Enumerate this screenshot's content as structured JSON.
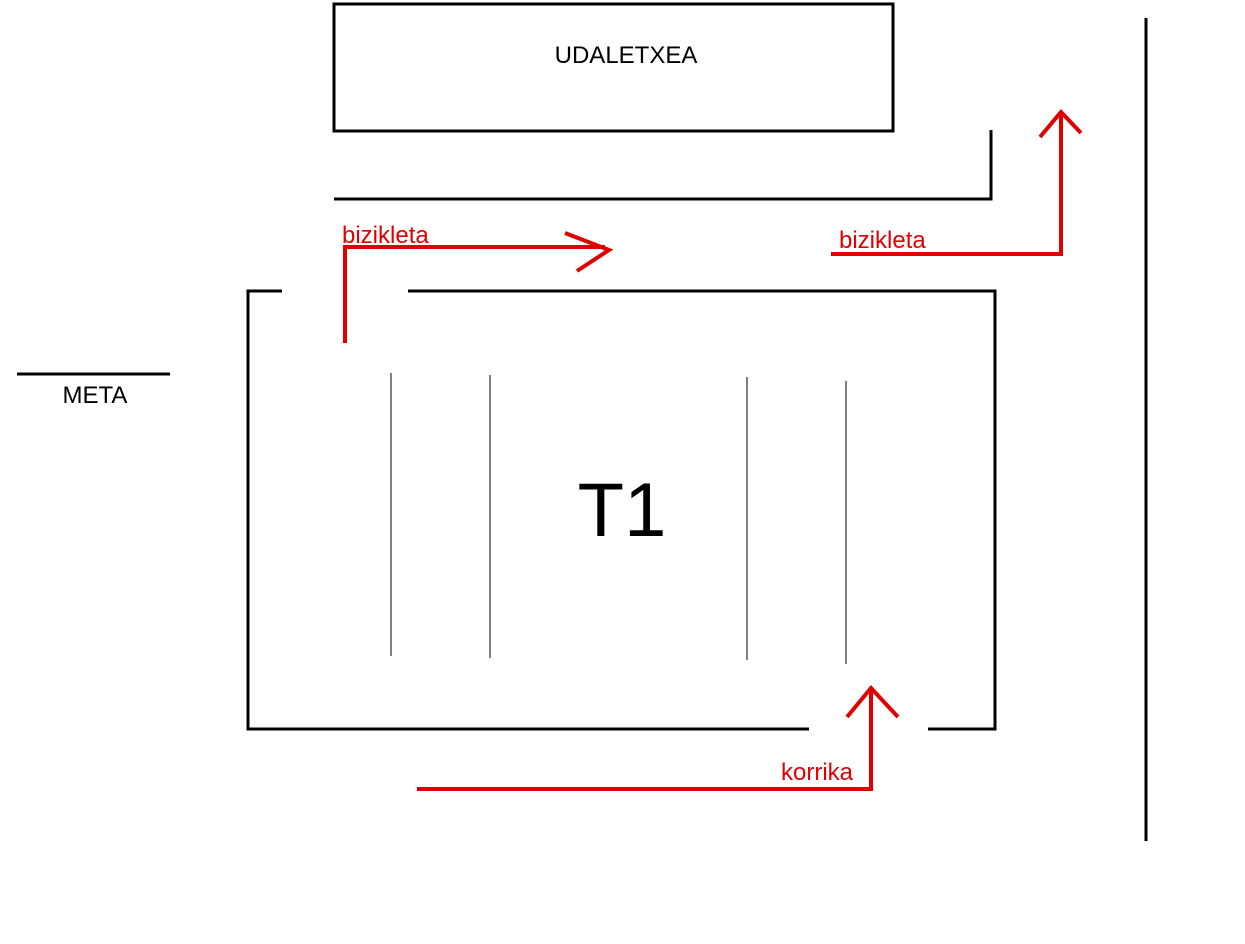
{
  "labels": {
    "town_hall": "UDALETXEA",
    "finish": "META",
    "transition": "T1",
    "bike_left": "bizikleta",
    "bike_right": "bizikleta",
    "run": "korrika"
  },
  "colors": {
    "structure": "#000000",
    "route": "#e00000",
    "background": "#ffffff"
  }
}
